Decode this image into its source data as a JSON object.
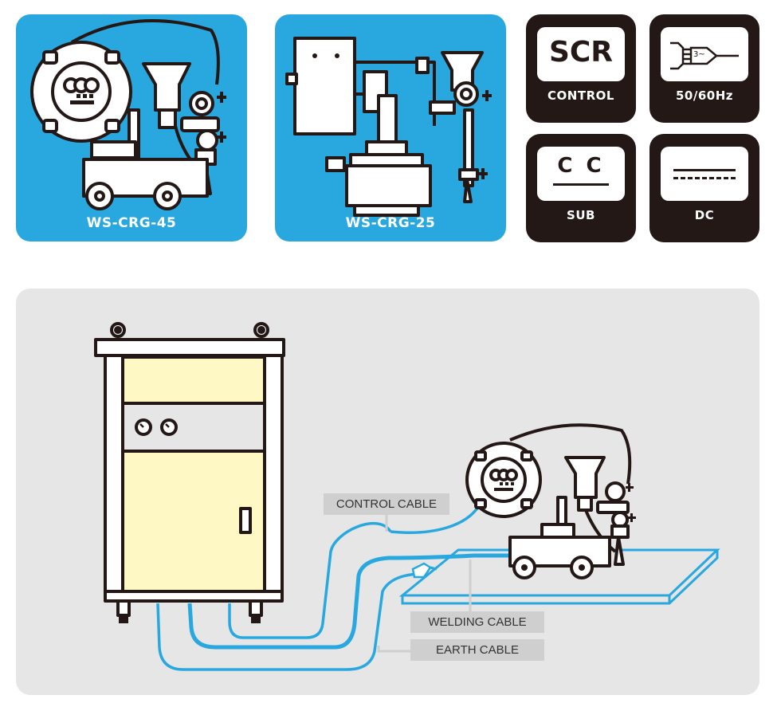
{
  "models": [
    {
      "name": "WS-CRG-45",
      "icon": "carriage-welder-icon"
    },
    {
      "name": "WS-CRG-25",
      "icon": "column-welder-icon"
    }
  ],
  "features": {
    "scr": {
      "big": "SCR",
      "small": "CONTROL"
    },
    "freq": {
      "symbol": "3~",
      "small": "50/60Hz"
    },
    "cc": {
      "big": "C C",
      "small": "SUB"
    },
    "dc": {
      "small": "DC"
    }
  },
  "diagram": {
    "cables": {
      "control": "CONTROL CABLE",
      "welding": "WELDING CABLE",
      "earth": "EARTH CABLE"
    }
  },
  "colors": {
    "accent_blue": "#29a8e0",
    "dark": "#231815",
    "cabinet": "#fdf8c4",
    "panel_bg": "#e6e6e6"
  }
}
